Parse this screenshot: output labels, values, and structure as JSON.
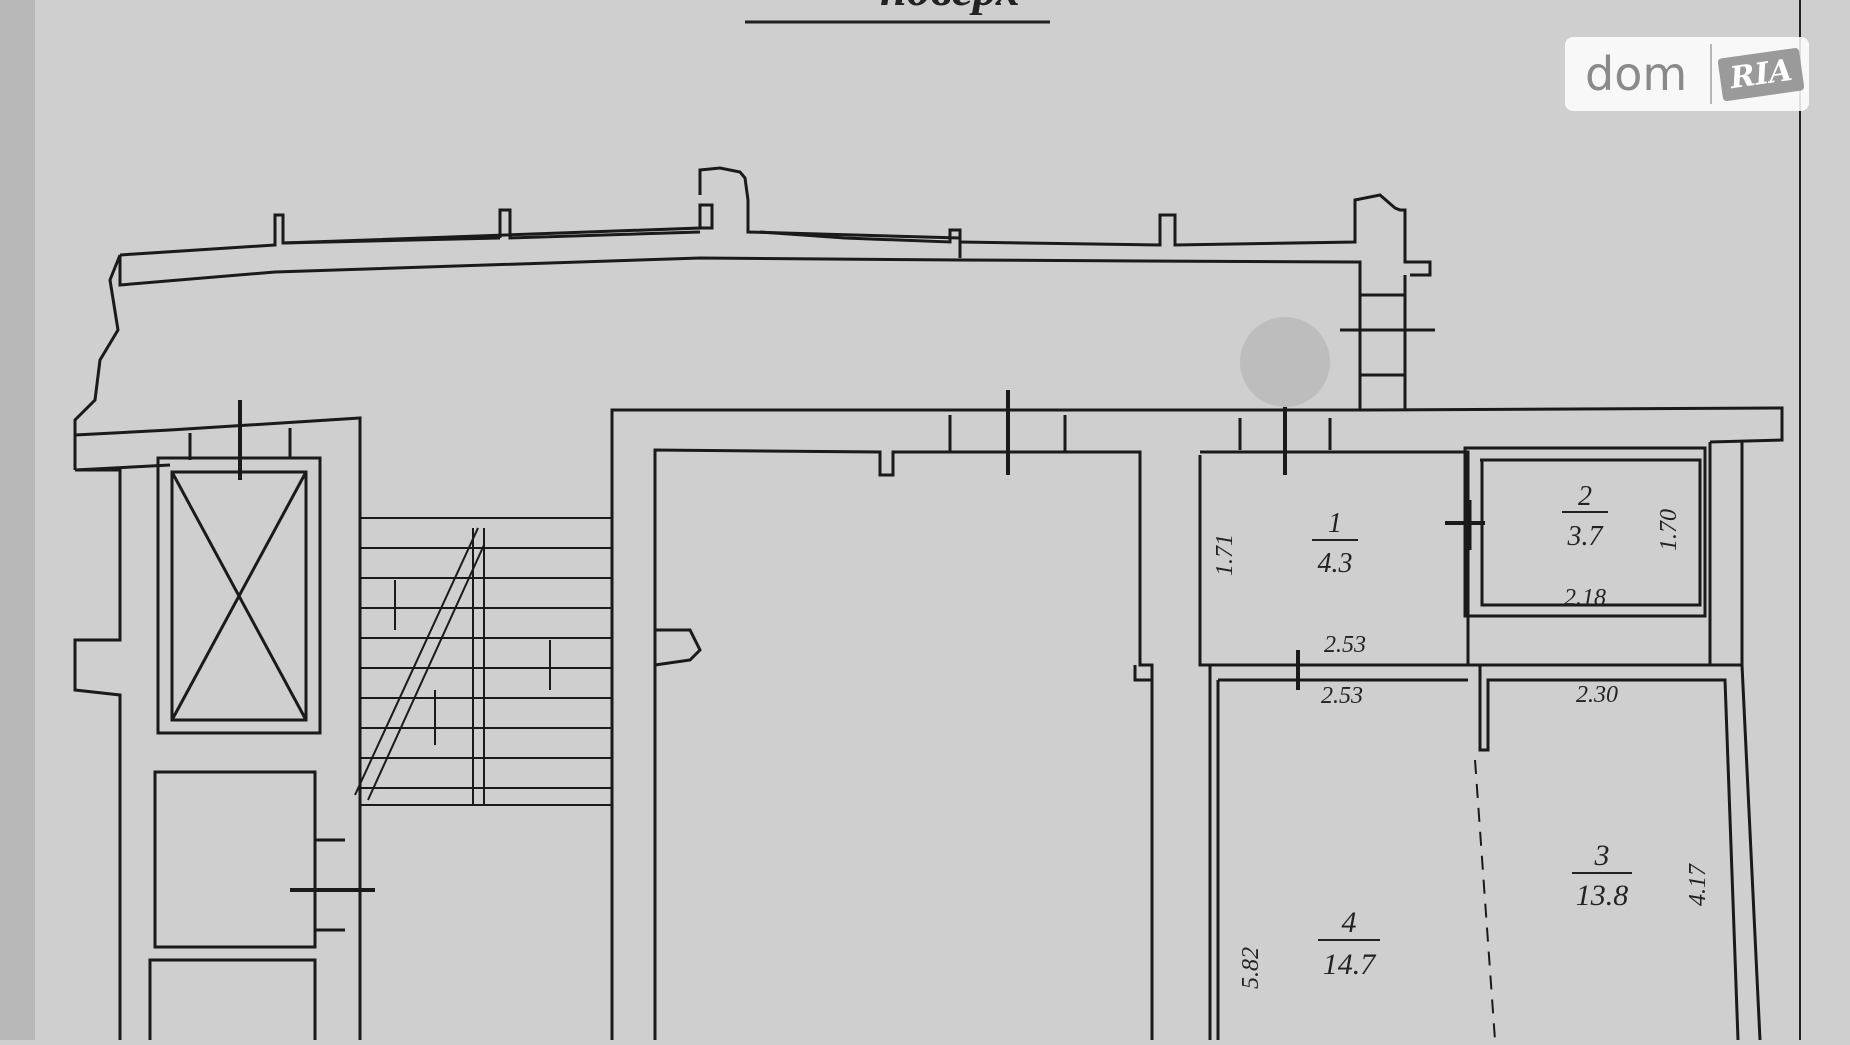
{
  "header": {
    "title_fragment": "поверх"
  },
  "watermark": {
    "brand": "dom",
    "sub": "RIA"
  },
  "rooms": [
    {
      "number": "1",
      "area": "4.3"
    },
    {
      "number": "2",
      "area": "3.7"
    },
    {
      "number": "3",
      "area": "13.8"
    },
    {
      "number": "4",
      "area": "14.7"
    }
  ],
  "dimensions": {
    "room1_height": "1.71",
    "room1_width": "2.53",
    "room2_height": "1.70",
    "room2_width": "2.18",
    "room4_top_width": "2.53",
    "room3_top_width": "2.30",
    "room4_height": "5.82",
    "room3_height": "4.17"
  },
  "colors": {
    "paper": "#cfcfcf",
    "line": "#1a1a1a"
  }
}
